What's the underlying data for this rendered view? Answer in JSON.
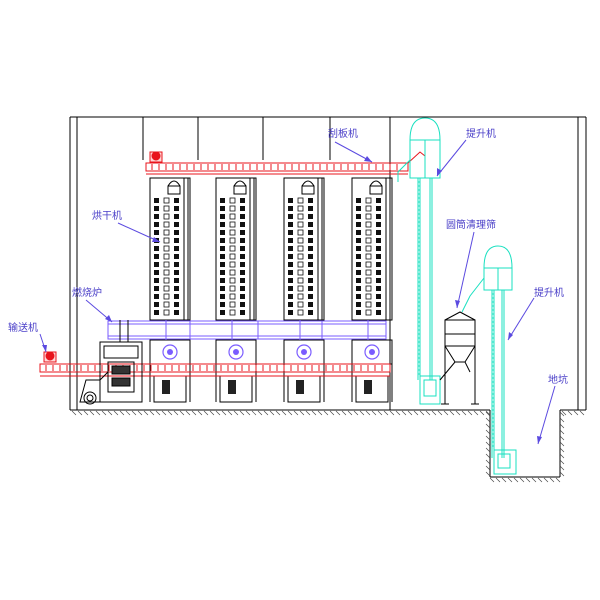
{
  "labels": {
    "scraper": "刮板机",
    "elevator_top": "提升机",
    "dryer": "烘干机",
    "cylinder_screen": "圆筒清理筛",
    "furnace": "燃烧炉",
    "elevator_mid": "提升机",
    "conveyor": "输送机",
    "pit": "地坑"
  },
  "colors": {
    "outline": "#000000",
    "conveyor": "#e8141c",
    "elevator": "#19e0c0",
    "dryer_column": "#1a1a1a",
    "duct": "#7a5cff",
    "pointer": "#5b4ae0",
    "label": "#4a3fc8",
    "hatch": "#444444"
  }
}
